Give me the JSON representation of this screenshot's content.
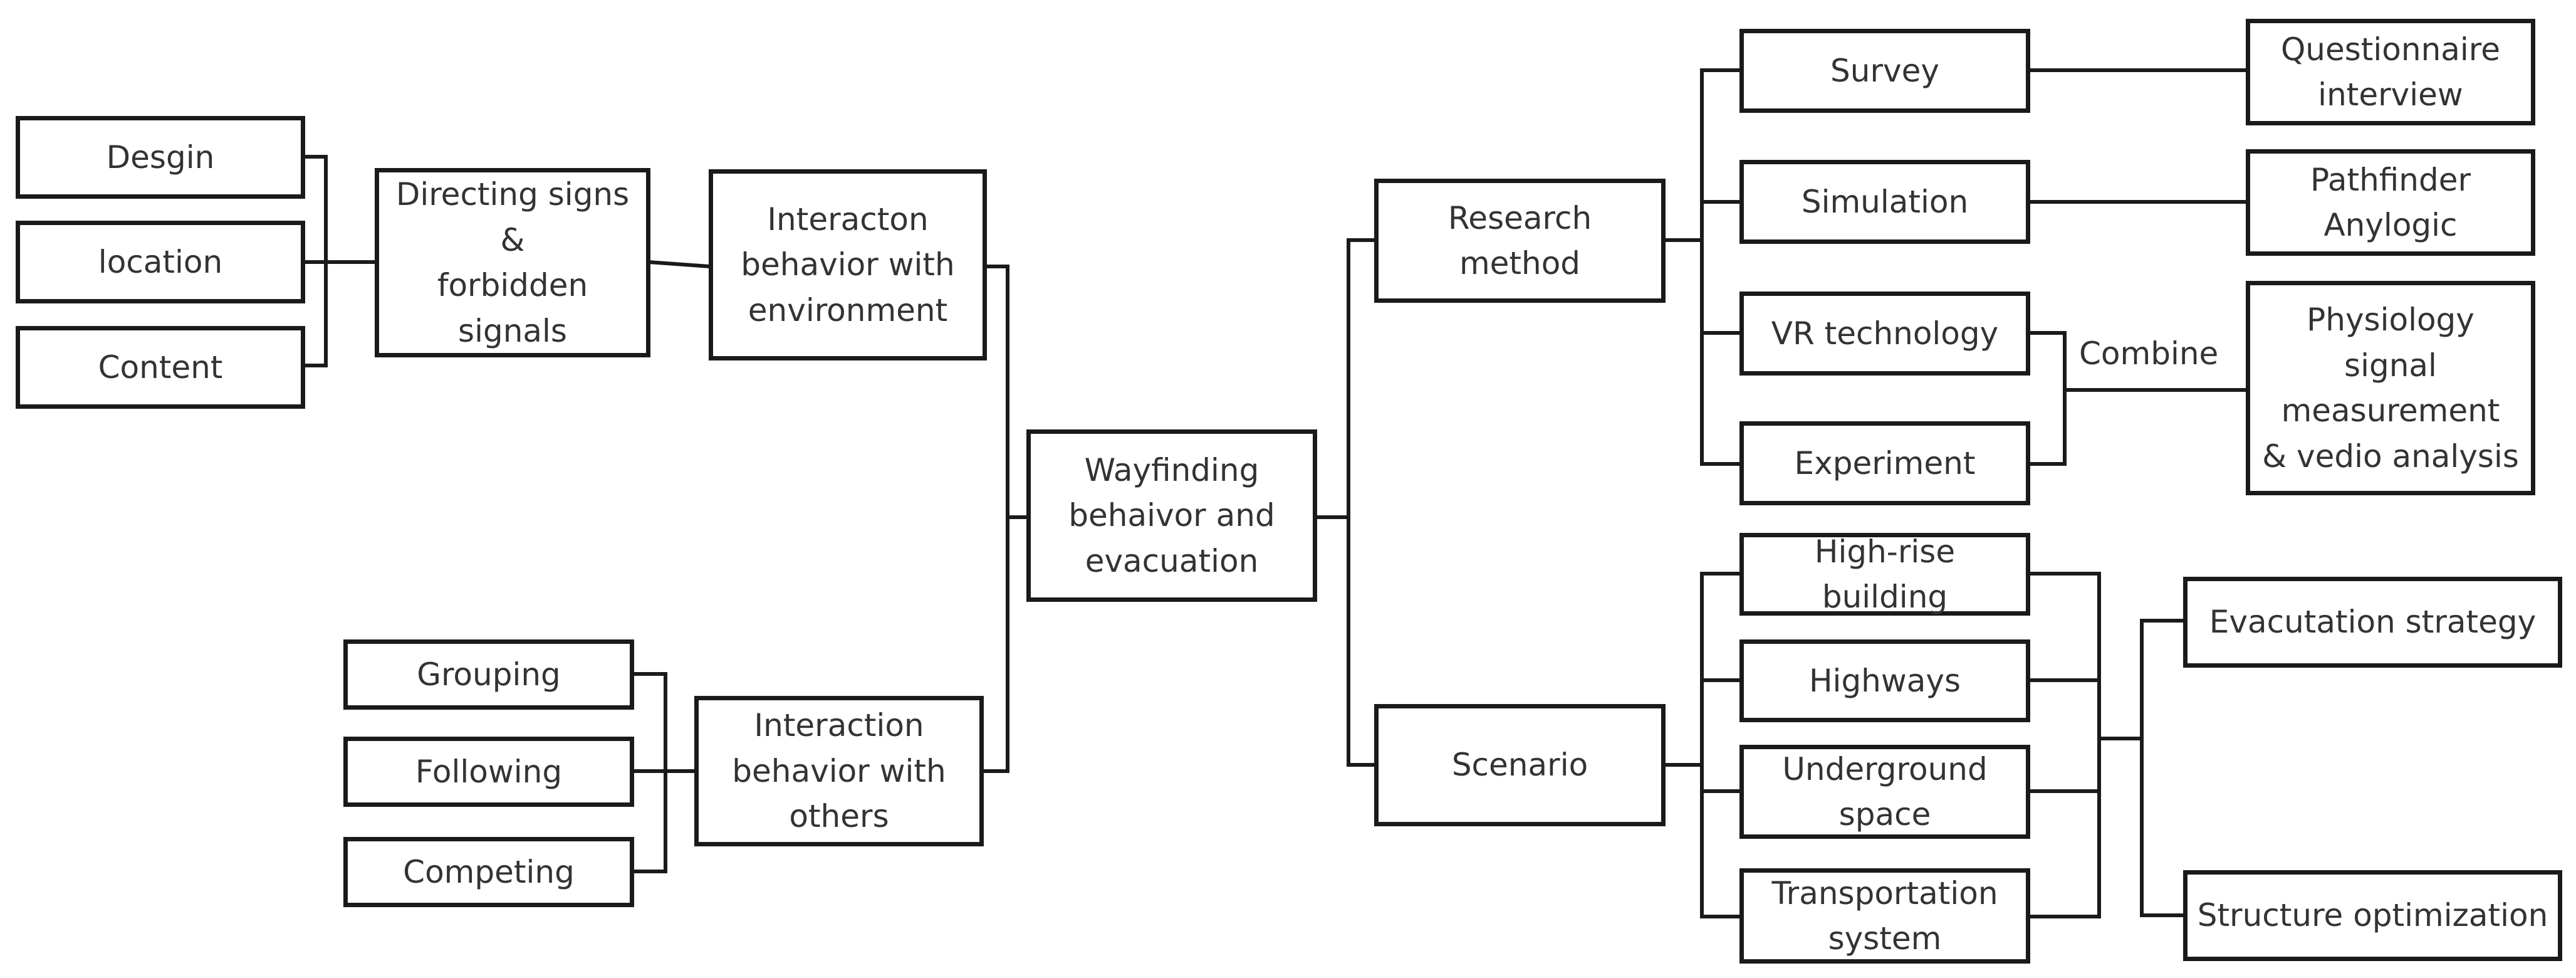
{
  "nodes": {
    "desgin": "Desgin",
    "location": "location",
    "content": "Content",
    "directing_signs": "Directing signs\n&\nforbidden signals",
    "interaction_environment": "Interacton\nbehavior with\nenvironment",
    "grouping": "Grouping",
    "following": "Following",
    "competing": "Competing",
    "interaction_others": "Interaction\nbehavior with\nothers",
    "wayfinding": "Wayfinding\nbehaivor and\nevacuation",
    "research_method": "Research method",
    "scenario": "Scenario",
    "survey": "Survey",
    "simulation": "Simulation",
    "vr_technology": "VR technology",
    "experiment": "Experiment",
    "questionnaire": "Questionnaire\ninterview",
    "pathfinder": "Pathfinder\nAnylogic",
    "physiology": "Physiology signal\nmeasurement\n& vedio analysis",
    "high_rise": "High-rise building",
    "highways": "Highways",
    "underground": "Underground\nspace",
    "transportation": "Transportation\nsystem",
    "evacuation_strategy": "Evacutation strategy",
    "structure_optimization": "Structure optimization"
  },
  "labels": {
    "combine": "Combine"
  }
}
